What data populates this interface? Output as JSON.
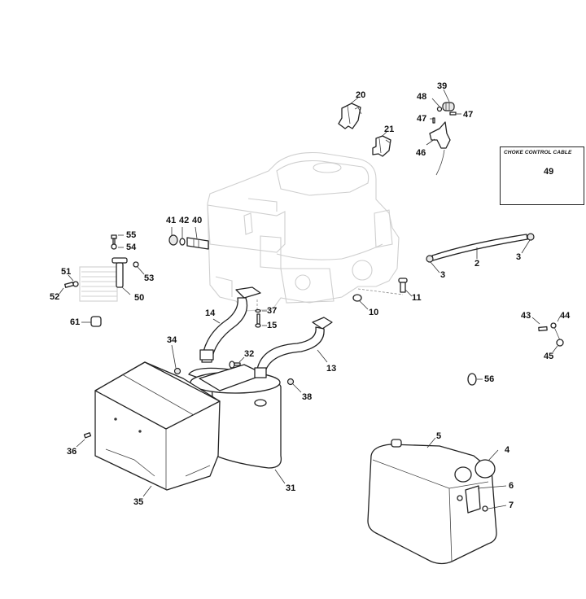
{
  "diagram": {
    "type": "exploded-parts-diagram",
    "subject": "Engine, exhaust muffler and fuel tank assembly",
    "inset": {
      "title": "CHOKE CONTROL CABLE",
      "part_label": "49"
    },
    "parts": [
      {
        "id": "p2",
        "label": "2",
        "description": "fuel hose"
      },
      {
        "id": "p3a",
        "label": "3",
        "description": "hose clamp (left)"
      },
      {
        "id": "p3b",
        "label": "3",
        "description": "hose clamp (right)"
      },
      {
        "id": "p4",
        "label": "4",
        "description": "fuel cap"
      },
      {
        "id": "p5",
        "label": "5",
        "description": "fuel tank"
      },
      {
        "id": "p6",
        "label": "6",
        "description": "tank bracket"
      },
      {
        "id": "p7",
        "label": "7",
        "description": "bracket screw"
      },
      {
        "id": "p10",
        "label": "10",
        "description": "nut"
      },
      {
        "id": "p11",
        "label": "11",
        "description": "bolt"
      },
      {
        "id": "p13",
        "label": "13",
        "description": "exhaust pipe (right)"
      },
      {
        "id": "p14",
        "label": "14",
        "description": "exhaust pipe (left)"
      },
      {
        "id": "p15",
        "label": "15",
        "description": "screw"
      },
      {
        "id": "p20",
        "label": "20",
        "description": "bracket"
      },
      {
        "id": "p21",
        "label": "21",
        "description": "bracket"
      },
      {
        "id": "p31",
        "label": "31",
        "description": "muffler"
      },
      {
        "id": "p32",
        "label": "32",
        "description": "screw"
      },
      {
        "id": "p34",
        "label": "34",
        "description": "nut"
      },
      {
        "id": "p35",
        "label": "35",
        "description": "muffler guard"
      },
      {
        "id": "p36",
        "label": "36",
        "description": "screw"
      },
      {
        "id": "p37",
        "label": "37",
        "description": "washer"
      },
      {
        "id": "p38",
        "label": "38",
        "description": "nut"
      },
      {
        "id": "p39",
        "label": "39",
        "description": "cable clamp"
      },
      {
        "id": "p40",
        "label": "40",
        "description": "spacer sleeve"
      },
      {
        "id": "p41",
        "label": "41",
        "description": "bushing"
      },
      {
        "id": "p42",
        "label": "42",
        "description": "o-ring"
      },
      {
        "id": "p43",
        "label": "43",
        "description": "screw"
      },
      {
        "id": "p44",
        "label": "44",
        "description": "washer"
      },
      {
        "id": "p45",
        "label": "45",
        "description": "clip"
      },
      {
        "id": "p46",
        "label": "46",
        "description": "throttle lever"
      },
      {
        "id": "p47a",
        "label": "47",
        "description": "screw (left)"
      },
      {
        "id": "p47b",
        "label": "47",
        "description": "screw (right)"
      },
      {
        "id": "p48",
        "label": "48",
        "description": "nut"
      },
      {
        "id": "p50",
        "label": "50",
        "description": "support tube"
      },
      {
        "id": "p51",
        "label": "51",
        "description": "washer"
      },
      {
        "id": "p52",
        "label": "52",
        "description": "screw"
      },
      {
        "id": "p53",
        "label": "53",
        "description": "washer"
      },
      {
        "id": "p54",
        "label": "54",
        "description": "washer"
      },
      {
        "id": "p55",
        "label": "55",
        "description": "screw"
      },
      {
        "id": "p56",
        "label": "56",
        "description": "hose clip"
      },
      {
        "id": "p61",
        "label": "61",
        "description": "relay"
      }
    ]
  },
  "labels": {
    "l2": "2",
    "l3a": "3",
    "l3b": "3",
    "l4": "4",
    "l5": "5",
    "l6": "6",
    "l7": "7",
    "l10": "10",
    "l11": "11",
    "l13": "13",
    "l14": "14",
    "l15": "15",
    "l20": "20",
    "l21": "21",
    "l31": "31",
    "l32": "32",
    "l34": "34",
    "l35": "35",
    "l36": "36",
    "l37": "37",
    "l38": "38",
    "l39": "39",
    "l40": "40",
    "l41": "41",
    "l42": "42",
    "l43": "43",
    "l44": "44",
    "l45": "45",
    "l46": "46",
    "l47a": "47",
    "l47b": "47",
    "l48": "48",
    "l49": "49",
    "l50": "50",
    "l51": "51",
    "l52": "52",
    "l53": "53",
    "l54": "54",
    "l55": "55",
    "l56": "56",
    "l61": "61"
  }
}
